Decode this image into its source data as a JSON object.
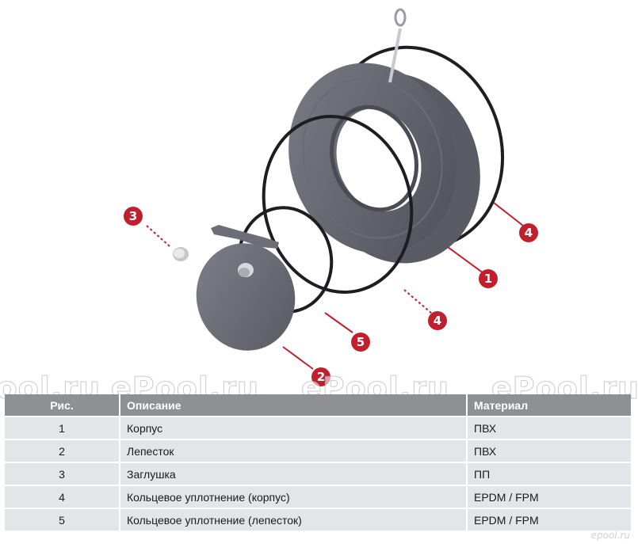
{
  "callouts": [
    "1",
    "2",
    "3",
    "4",
    "4",
    "5"
  ],
  "callout_color": "#c0202e",
  "part_color": "#5b5c66",
  "table": {
    "headers": {
      "num": "Рис.",
      "desc": "Описание",
      "material": "Материал"
    },
    "rows": [
      {
        "num": "1",
        "desc": "Корпус",
        "material": "ПВХ"
      },
      {
        "num": "2",
        "desc": "Лепесток",
        "material": "ПВХ"
      },
      {
        "num": "3",
        "desc": "Заглушка",
        "material": "ПП"
      },
      {
        "num": "4",
        "desc": "Кольцевое уплотнение (корпус)",
        "material": "EPDM / FPM"
      },
      {
        "num": "5",
        "desc": "Кольцевое уплотнение (лепесток)",
        "material": "EPDM / FPM"
      }
    ]
  },
  "watermark": "ePool.ru",
  "site_stamp": "epool.ru"
}
